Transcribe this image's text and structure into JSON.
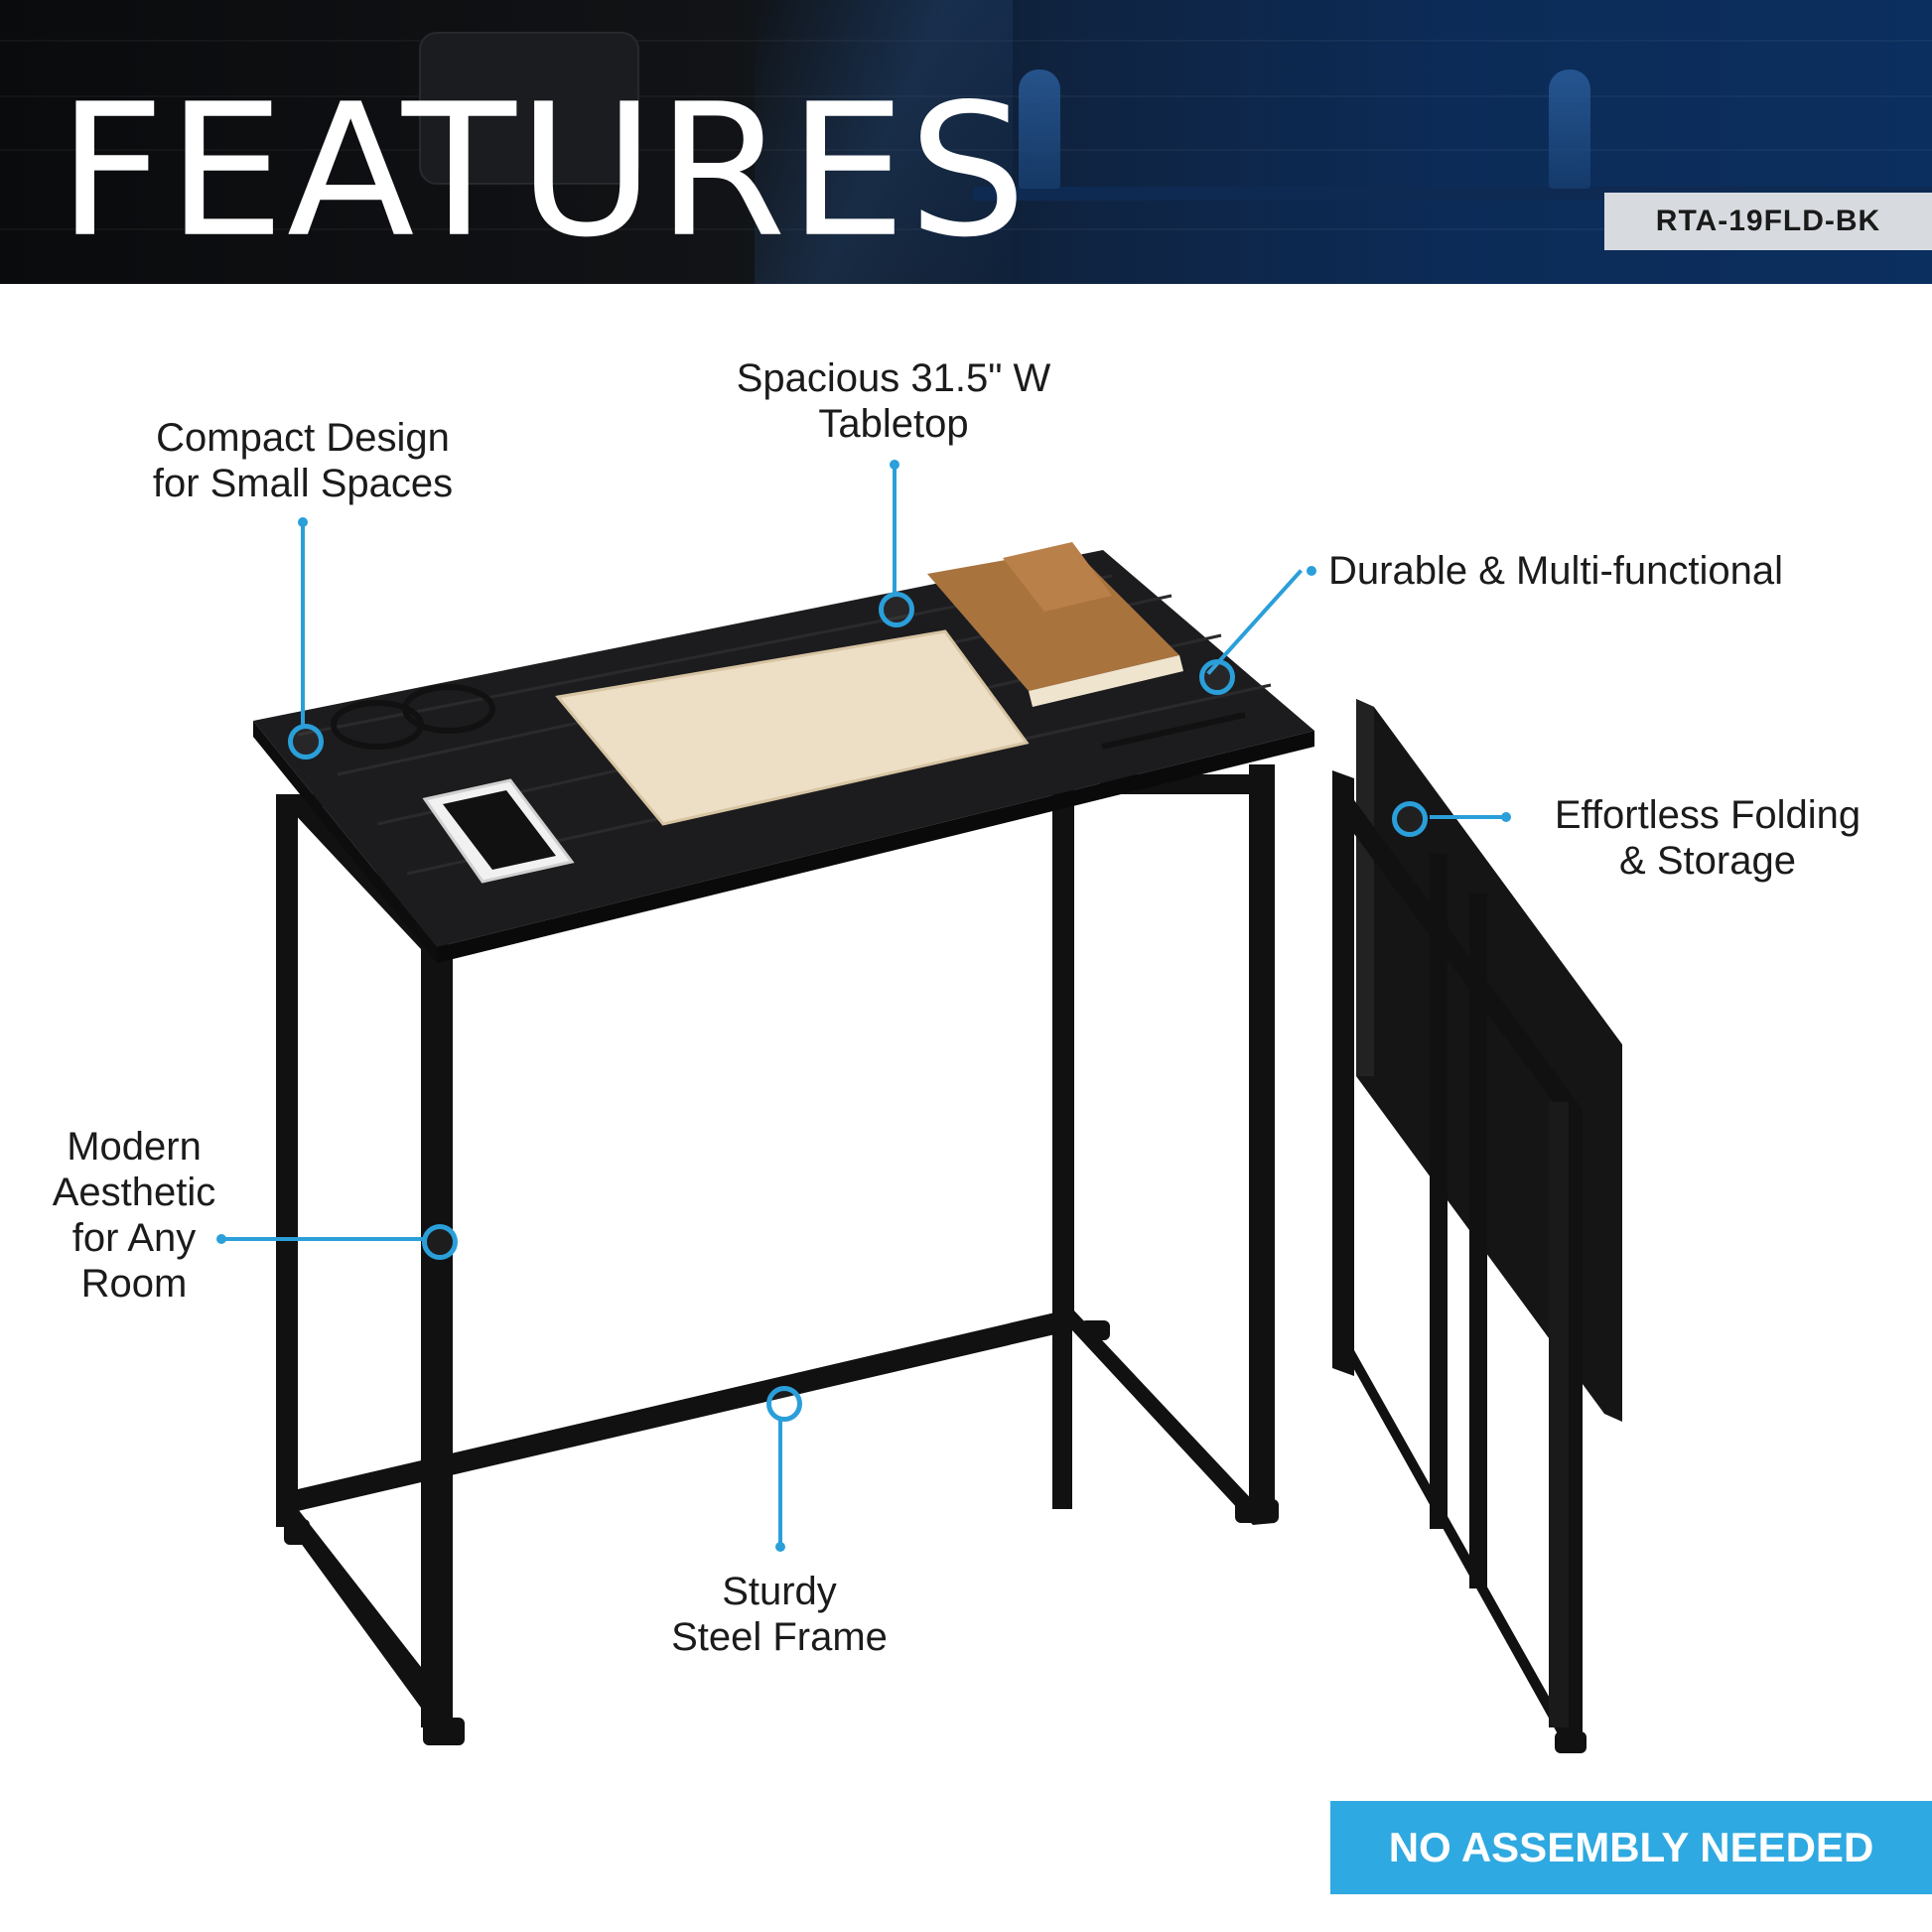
{
  "header": {
    "title": "FEATURES",
    "model": "RTA-19FLD-BK"
  },
  "features": {
    "compact": "Compact Design\nfor Small Spaces",
    "tabletop": "Spacious 31.5\" W\nTabletop",
    "durable": "Durable & Multi-functional",
    "folding": "Effortless Folding\n& Storage",
    "aesthetic": "Modern\nAesthetic\nfor Any\nRoom",
    "frame": "Sturdy\nSteel Frame"
  },
  "banner": "NO ASSEMBLY NEEDED",
  "colors": {
    "accent": "#2a9fda",
    "banner": "#2fa9e1",
    "header_dark": "#0a0b0d",
    "header_blue": "#0b2f5f"
  }
}
